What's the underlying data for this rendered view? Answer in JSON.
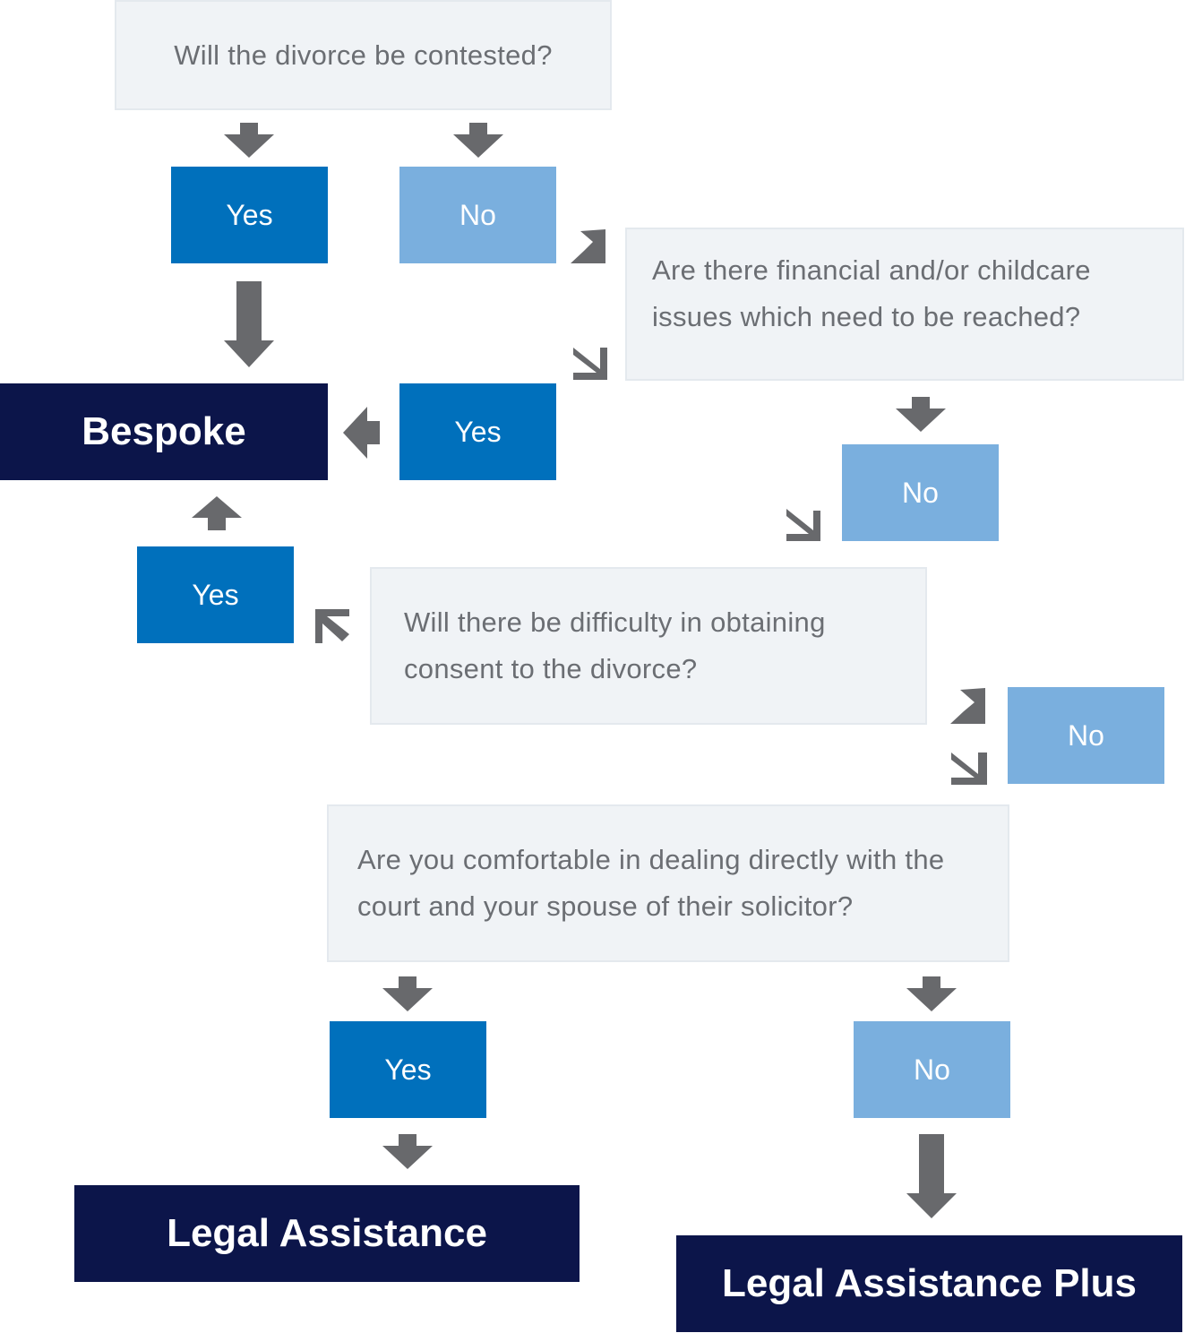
{
  "questions": {
    "q1": "Will the divorce be contested?",
    "q2": "Are there financial and/or childcare issues which need to be reached?",
    "q3": "Will there be difficulty in obtaining consent to the divorce?",
    "q4": "Are you comfortable in dealing directly with the court and your spouse of their solicitor?"
  },
  "answers": {
    "yes": "Yes",
    "no": "No"
  },
  "outcomes": {
    "bespoke": "Bespoke",
    "legal_assistance": "Legal Assistance",
    "legal_assistance_plus": "Legal Assistance Plus"
  },
  "colors": {
    "question_bg": "#f0f3f6",
    "yes": "#0070bc",
    "no": "#7aafde",
    "outcome": "#0c154a",
    "arrow": "#68696c"
  }
}
